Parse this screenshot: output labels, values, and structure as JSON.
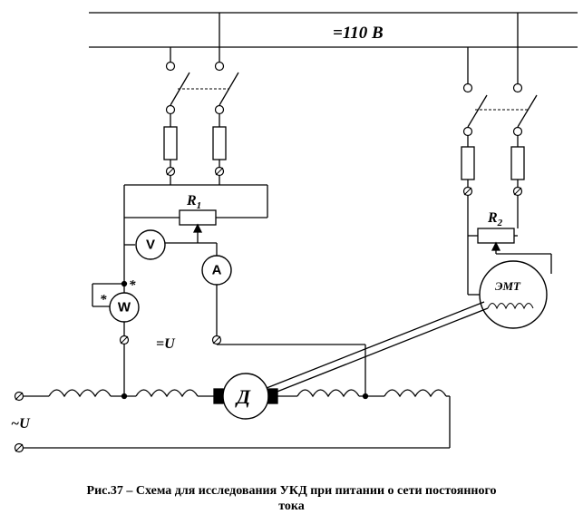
{
  "labels": {
    "bus_voltage": "=110 В",
    "r1": "R",
    "r1_sub": "1",
    "r2": "R",
    "r2_sub": "2",
    "voltmeter": "V",
    "ammeter": "A",
    "wattmeter": "W",
    "star": "*",
    "dc_label": "=U",
    "emt": "ЭМТ",
    "motor": "Д",
    "ac_label": "~U"
  },
  "caption": {
    "line1": "Рис.37 – Схема для исследования УКД при питании о сети постоянного",
    "line2": "тока"
  }
}
